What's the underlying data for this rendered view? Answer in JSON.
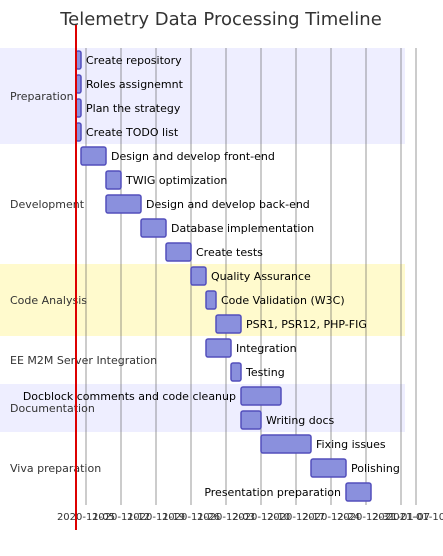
{
  "chart_data": {
    "type": "gantt",
    "title": "Telemetry Data Processing Timeline",
    "colors": {
      "section_odd": "#eeeeff",
      "section_even": "#ffffff",
      "section_highlight": "#fffacd",
      "bar_fill": "#8a90dd",
      "bar_stroke": "#534fbc",
      "today_marker": "#dd0000"
    },
    "x_ticks": [
      "2020-11-05",
      "2020-11-12",
      "2020-11-19",
      "2020-11-26",
      "2020-12-03",
      "2020-12-10",
      "2020-12-17",
      "2020-12-24",
      "2020-12-31",
      "2021-01-07",
      "2021-01-10"
    ],
    "today": "2020-11-03",
    "sections": [
      {
        "name": "Preparation",
        "tasks": [
          {
            "name": "Create repository",
            "start": "2020-11-03",
            "end": "2020-11-04"
          },
          {
            "name": "Roles assignemnt",
            "start": "2020-11-03",
            "end": "2020-11-04"
          },
          {
            "name": "Plan the strategy",
            "start": "2020-11-03",
            "end": "2020-11-04"
          },
          {
            "name": "Create TODO list",
            "start": "2020-11-03",
            "end": "2020-11-04"
          }
        ]
      },
      {
        "name": "Development",
        "tasks": [
          {
            "name": "Design and develop front-end",
            "start": "2020-11-04",
            "end": "2020-11-09"
          },
          {
            "name": "TWIG optimization",
            "start": "2020-11-09",
            "end": "2020-11-12"
          },
          {
            "name": "Design and develop back-end",
            "start": "2020-11-09",
            "end": "2020-11-16"
          },
          {
            "name": "Database implementation",
            "start": "2020-11-16",
            "end": "2020-11-21"
          },
          {
            "name": "Create tests",
            "start": "2020-11-21",
            "end": "2020-11-26"
          }
        ]
      },
      {
        "name": "Code Analysis",
        "tasks": [
          {
            "name": "Quality Assurance",
            "start": "2020-11-26",
            "end": "2020-11-29"
          },
          {
            "name": "Code Validation (W3C)",
            "start": "2020-11-29",
            "end": "2020-12-01"
          },
          {
            "name": "PSR1, PSR12, PHP-FIG",
            "start": "2020-12-01",
            "end": "2020-12-06"
          }
        ]
      },
      {
        "name": "EE M2M Server Integration",
        "tasks": [
          {
            "name": "Integration",
            "start": "2020-11-29",
            "end": "2020-12-04"
          },
          {
            "name": "Testing",
            "start": "2020-12-04",
            "end": "2020-12-06"
          }
        ]
      },
      {
        "name": "Documentation",
        "tasks": [
          {
            "name": "Docblock comments and code cleanup",
            "start": "2020-12-06",
            "end": "2020-12-14"
          },
          {
            "name": "Writing docs",
            "start": "2020-12-06",
            "end": "2020-12-10"
          }
        ]
      },
      {
        "name": "Viva preparation",
        "tasks": [
          {
            "name": "Fixing issues",
            "start": "2020-12-10",
            "end": "2020-12-20"
          },
          {
            "name": "Polishing",
            "start": "2020-12-20",
            "end": "2020-12-27"
          },
          {
            "name": "Presentation preparation",
            "start": "2020-12-27",
            "end": "2021-01-01"
          }
        ]
      }
    ]
  }
}
